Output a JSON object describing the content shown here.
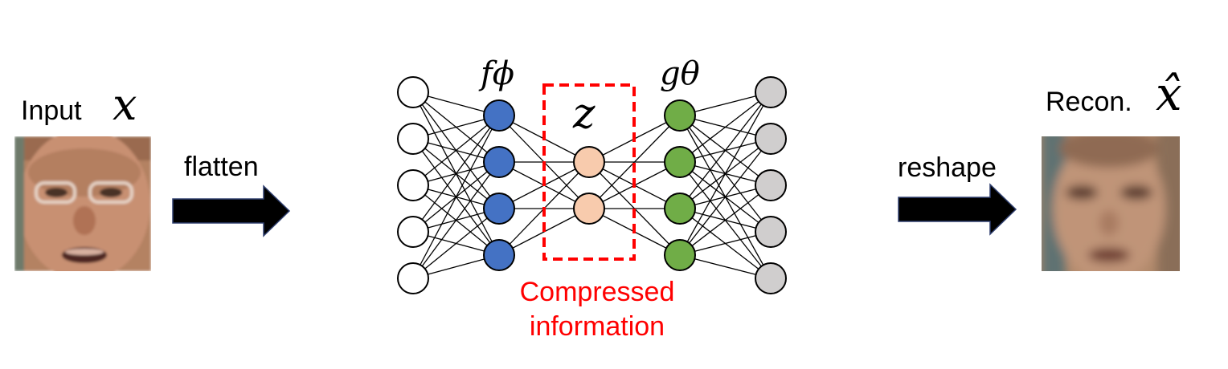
{
  "labels": {
    "input": "Input",
    "input_symbol": "x",
    "recon": "Recon.",
    "recon_symbol": "x̂",
    "flatten": "flatten",
    "reshape": "reshape",
    "encoder_symbol": "fϕ",
    "decoder_symbol": "gθ",
    "latent_symbol": "z",
    "compressed": "Compressed\ninformation"
  },
  "layers": [
    {
      "name": "input-layer",
      "nodes": 5,
      "fill": "#ffffff"
    },
    {
      "name": "encoder-layer",
      "nodes": 4,
      "fill": "#4472c4"
    },
    {
      "name": "latent-layer",
      "nodes": 2,
      "fill": "#f8cbad"
    },
    {
      "name": "decoder-layer",
      "nodes": 4,
      "fill": "#70ad47"
    },
    {
      "name": "output-layer",
      "nodes": 5,
      "fill": "#d0cece"
    }
  ],
  "colors": {
    "box_border": "#ff0000",
    "arrow_fill": "#000000",
    "arrow_stroke": "#2f3f6f"
  }
}
